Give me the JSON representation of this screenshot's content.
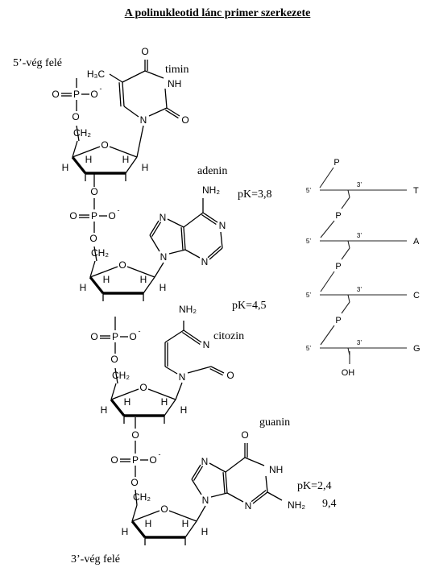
{
  "title": "A polinukleotid lánc primer szerkezete",
  "ends": {
    "five_prime": "5’-vég felé",
    "three_prime": "3’-vég felé"
  },
  "bases": [
    {
      "name": "timin"
    },
    {
      "name": "adenin",
      "pk": "pK=3,8"
    },
    {
      "name": "citozin",
      "pk": "pK=4,5"
    },
    {
      "name": "guanin",
      "pk": "pK=2,4",
      "pk2": "9,4"
    }
  ],
  "atoms": {
    "P": "P",
    "O": "O",
    "OH": "OH",
    "H": "H",
    "N": "N",
    "NH": "NH",
    "H3C": "H₃C",
    "CH2": "CH₂",
    "NH2": "NH₂",
    "minus": "-"
  },
  "schematic": {
    "p": "P",
    "five": "5’",
    "three": "3’",
    "oh": "OH",
    "bases": [
      "T",
      "A",
      "C",
      "G"
    ]
  }
}
